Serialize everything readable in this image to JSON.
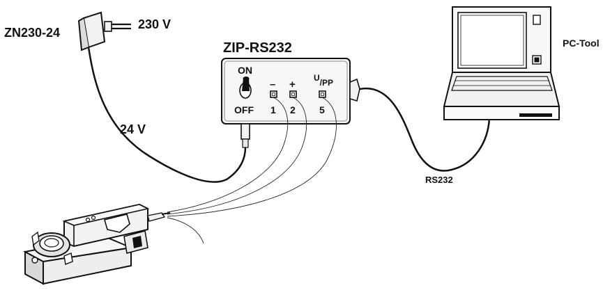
{
  "labels": {
    "adapter": "ZN230-24",
    "mains": "230 V",
    "supply": "24 V",
    "device": "ZIP-RS232",
    "pc": "PC-Tool",
    "cable": "RS232"
  },
  "switch": {
    "on": "ON",
    "off": "OFF"
  },
  "terminals": [
    {
      "symbol": "–",
      "number": "1"
    },
    {
      "symbol": "+",
      "number": "2"
    },
    {
      "symbol_main": "U",
      "symbol_sub": "/PP",
      "number": "5"
    }
  ]
}
